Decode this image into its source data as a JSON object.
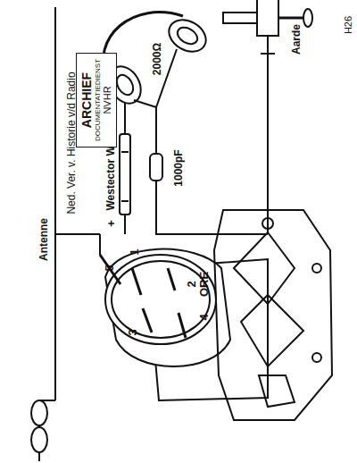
{
  "diagram": {
    "nodes": [
      {
        "text": [
          "ARCHIEF",
          "DOCUMENTATIEDIENST",
          "NVHR"
        ]
      }
    ],
    "labels": [
      "Antenne",
      "Ned. Ver. v. Historie v/d Radio",
      "Westector WX1",
      "+",
      "-",
      "1000pF",
      "2000Ω",
      "Aarde",
      "H26",
      "5",
      "1",
      "2",
      "3",
      "4",
      "ORE"
    ]
  }
}
